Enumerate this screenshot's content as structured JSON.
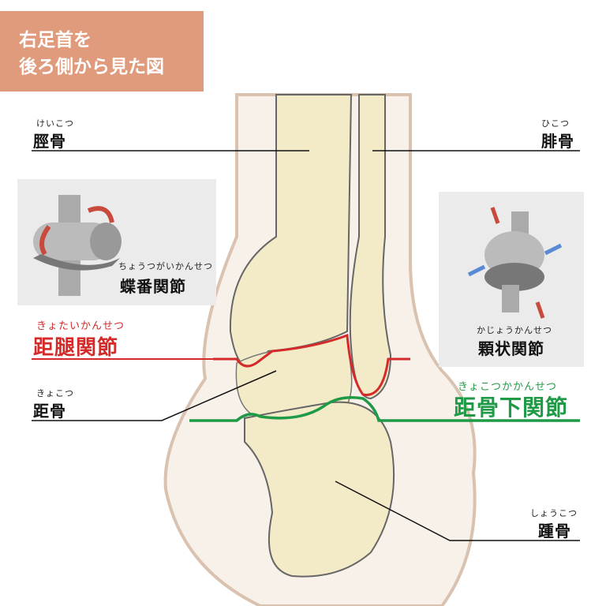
{
  "title": {
    "line1": "右足首を",
    "line2": "後ろ側から見た図"
  },
  "labels": {
    "tibia": {
      "ruby": "けいこつ",
      "name": "脛骨"
    },
    "fibula": {
      "ruby": "ひこつ",
      "name": "腓骨"
    },
    "hinge_joint": {
      "ruby": "ちょうつがいかんせつ",
      "name": "蝶番関節"
    },
    "talocrural_joint": {
      "ruby": "きょたいかんせつ",
      "name": "距腿関節"
    },
    "talus": {
      "ruby": "きょこつ",
      "name": "距骨"
    },
    "condylar_joint": {
      "ruby": "かじょうかんせつ",
      "name": "顆状関節"
    },
    "subtalar_joint": {
      "ruby": "きょこつかかんせつ",
      "name": "距骨下関節"
    },
    "calcaneus": {
      "ruby": "しょうこつ",
      "name": "踵骨"
    }
  },
  "colors": {
    "title_bg": "#e09a7c",
    "talocrural": "#d42a2a",
    "subtalar": "#1f9a46",
    "bone": "#f3ebc8",
    "skin": "#f8f1ea"
  }
}
